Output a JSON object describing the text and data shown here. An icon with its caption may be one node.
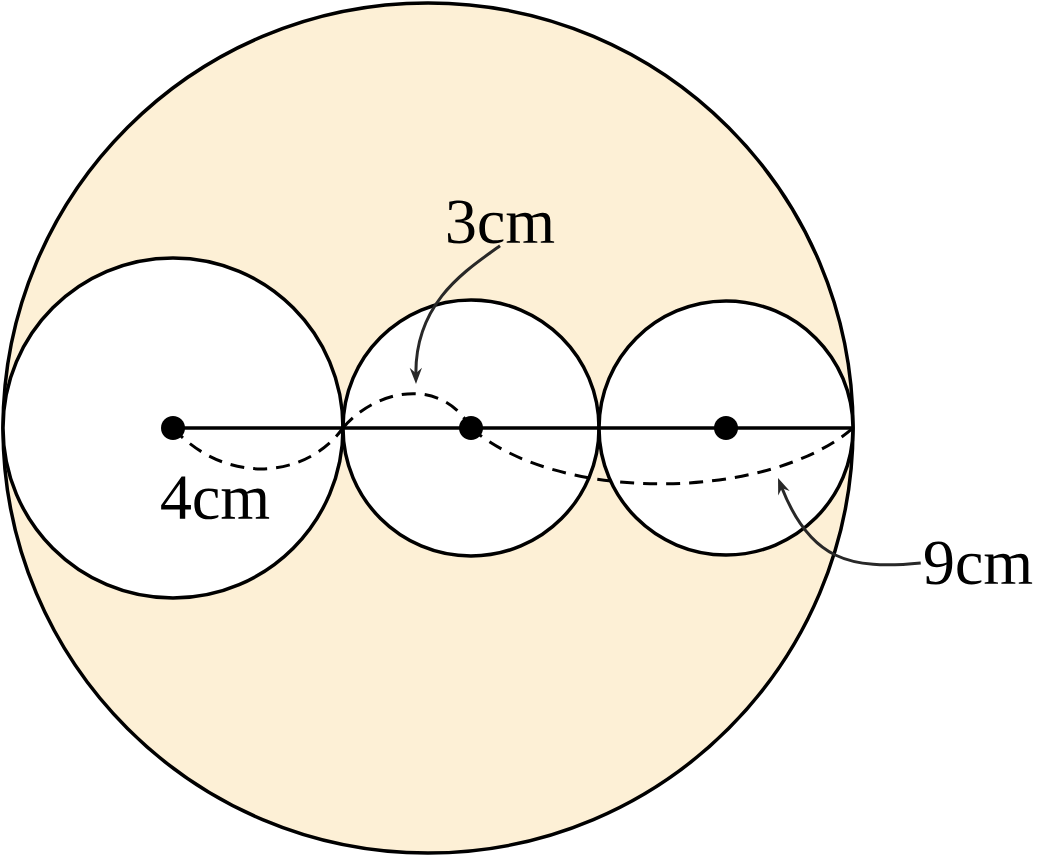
{
  "diagram": {
    "nodes": [
      {
        "text": [
          "3cm"
        ]
      },
      {
        "text": [
          "9cm"
        ]
      }
    ],
    "edges": [
      {
        "from": 0,
        "to": null,
        "arrow": "to"
      },
      {
        "from": 1,
        "to": null,
        "arrow": "to"
      }
    ],
    "labels": [
      "4cm"
    ]
  }
}
